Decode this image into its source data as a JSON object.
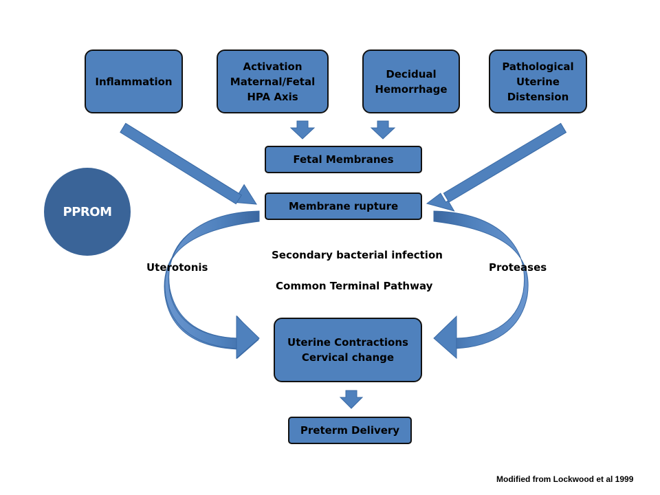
{
  "diagram": {
    "causes": [
      {
        "label": "Inflammation"
      },
      {
        "label": "Activation\nMaternal/Fetal\nHPA Axis"
      },
      {
        "label": "Decidual\nHemorrhage"
      },
      {
        "label": "Pathological\nUterine\nDistension"
      }
    ],
    "fetal_membranes": "Fetal Membranes",
    "membrane_rupture": "Membrane rupture",
    "pprom": "PPROM",
    "secondary_infection": "Secondary bacterial infection",
    "common_pathway": "Common Terminal Pathway",
    "uterotonis": "Uterotonis",
    "proteases": "Proteases",
    "contractions": "Uterine Contractions\nCervical change",
    "preterm_delivery": "Preterm Delivery",
    "credit": "Modified from Lockwood et al 1999",
    "colors": {
      "box_fill": "#4f81bd",
      "box_border": "#111111",
      "arrow_fill": "#4f81bd",
      "arrow_stroke": "#3a6aa5",
      "pprom_fill": "#3a6498",
      "pprom_text": "#ffffff"
    }
  }
}
